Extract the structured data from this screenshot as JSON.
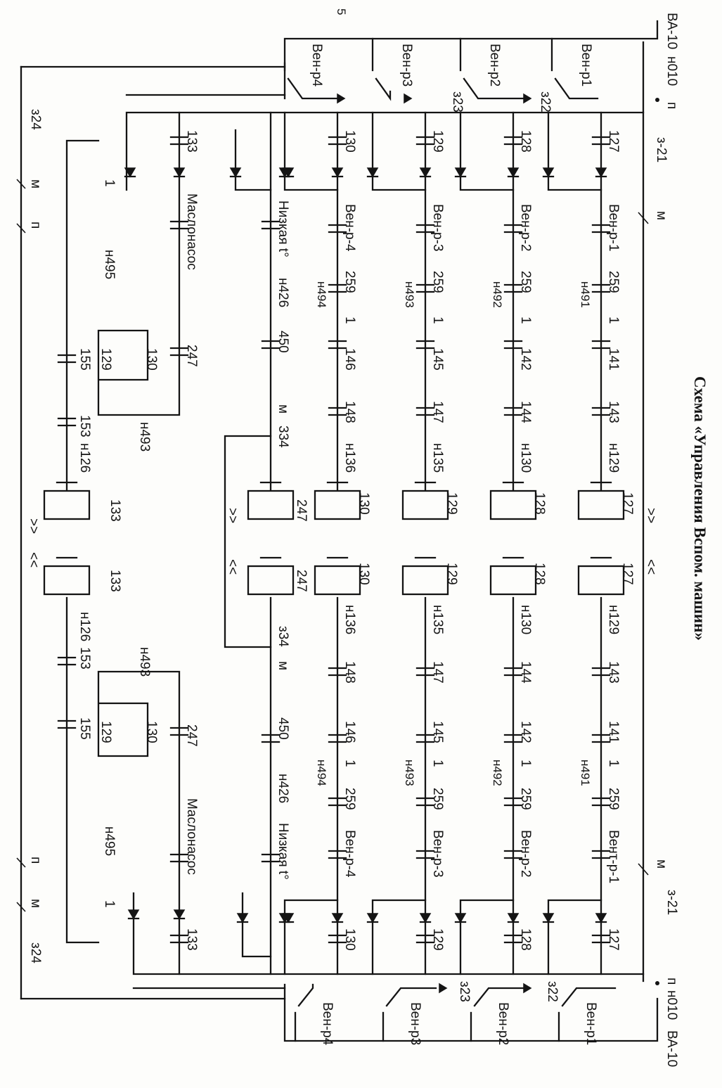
{
  "title": "Схема «Управления Вспом. машин»",
  "page_number": "5",
  "terminals": {
    "left_top": [
      "ВА-10",
      "н010",
      "п"
    ],
    "right_top": [
      "ВА-10",
      "н010",
      "п"
    ],
    "z21_left": "з-21",
    "z21_right": "з-21",
    "z24_left": "з24",
    "z24_right": "з24",
    "m": "м",
    "p": "п"
  },
  "switches_left": [
    "Вен-р1",
    "Вен-р2",
    "Вен-р3",
    "Вен-р4"
  ],
  "switches_right": [
    "Вен-р1",
    "Вен-р2",
    "Вен-р3",
    "Вен-р4"
  ],
  "branch_marks": [
    "з22",
    "з23"
  ],
  "fan_rows": [
    {
      "contact": "127",
      "motor_left": "Вен-р-1",
      "motor_right": "Вент-р-1",
      "n_wire": "н491",
      "c1": "259",
      "c2": "1",
      "c3": "141",
      "c4": "143",
      "n_coil": "н129",
      "coil": "127"
    },
    {
      "contact": "128",
      "motor_left": "Вен-р-2",
      "motor_right": "Вен-р-2",
      "n_wire": "н492",
      "c1": "259",
      "c2": "1",
      "c3": "142",
      "c4": "144",
      "n_coil": "н130",
      "coil": "128"
    },
    {
      "contact": "129",
      "motor_left": "Вен-р-3",
      "motor_right": "Вен-р-3",
      "n_wire": "н493",
      "c1": "259",
      "c2": "1",
      "c3": "145",
      "c4": "147",
      "n_coil": "н135",
      "coil": "129"
    },
    {
      "contact": "130",
      "motor_left": "Вен-р-4",
      "motor_right": "Вен-р-4",
      "n_wire": "н494",
      "c1": "259",
      "c2": "1",
      "c3": "146",
      "c4": "148",
      "n_coil": "н136",
      "coil": "130"
    }
  ],
  "low_temp": {
    "label": "Низкая t°",
    "n_wire": "н426",
    "contact": "450",
    "m": "м",
    "z334": "з34",
    "z334_left": "334",
    "coil": "247"
  },
  "oil_pump": {
    "label": "Маслонасос",
    "contact": "133",
    "c247": "247",
    "c129": "129",
    "c130": "130",
    "n493": "н493",
    "n495": "н495",
    "c155": "155",
    "c153": "153",
    "n126": "н126",
    "coil": "133",
    "one": "1"
  }
}
